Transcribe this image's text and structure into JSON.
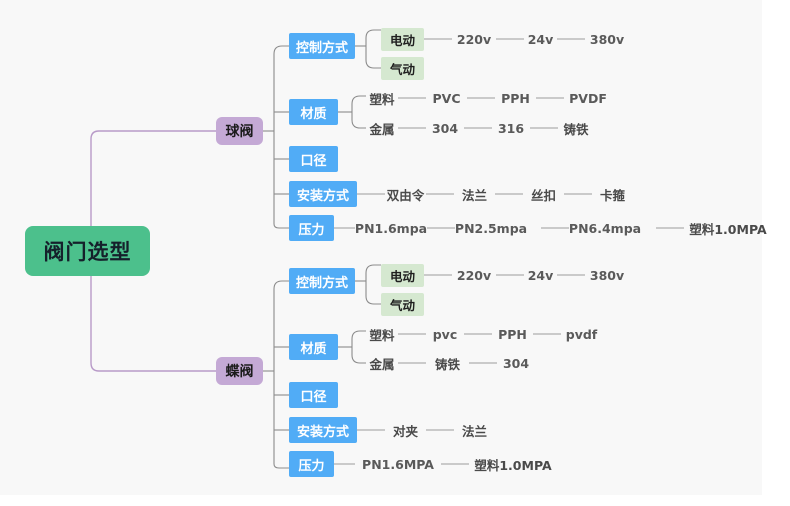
{
  "canvas": {
    "background": "#f8f8f8",
    "page_background": "#ffffff"
  },
  "colors": {
    "root_fill": "#4cc08c",
    "level1_fill": "#c4a9d5",
    "level2_fill": "#51acf6",
    "level3_fill": "#d5e8d0",
    "leaf_text": "#5a5a5a",
    "root_link": "#b89ac8",
    "link": "#8c8c8c",
    "leaf_link": "#9b9b9b"
  },
  "mindmap": {
    "root": {
      "label": "阀门选型"
    },
    "branches": [
      {
        "id": "ball-valve",
        "label": "球阀",
        "children": [
          {
            "id": "bv-control",
            "label": "控制方式",
            "children": [
              {
                "id": "bv-electric",
                "label": "电动",
                "leaves": [
                  "220v",
                  "24v",
                  "380v"
                ]
              },
              {
                "id": "bv-pneumatic",
                "label": "气动",
                "leaves": []
              }
            ]
          },
          {
            "id": "bv-material",
            "label": "材质",
            "children": [
              {
                "id": "bv-plastic",
                "label": "塑料",
                "leaves": [
                  "PVC",
                  "PPH",
                  "PVDF"
                ]
              },
              {
                "id": "bv-metal",
                "label": "金属",
                "leaves": [
                  "304",
                  "316",
                  "铸铁"
                ]
              }
            ]
          },
          {
            "id": "bv-caliber",
            "label": "口径",
            "children": []
          },
          {
            "id": "bv-install",
            "label": "安装方式",
            "leaves": [
              "双由令",
              "法兰",
              "丝扣",
              "卡箍"
            ]
          },
          {
            "id": "bv-pressure",
            "label": "压力",
            "leaves": [
              "PN1.6mpa",
              "PN2.5mpa",
              "PN6.4mpa",
              "塑料1.0MPA"
            ]
          }
        ]
      },
      {
        "id": "butterfly-valve",
        "label": "蝶阀",
        "children": [
          {
            "id": "fv-control",
            "label": "控制方式",
            "children": [
              {
                "id": "fv-electric",
                "label": "电动",
                "leaves": [
                  "220v",
                  "24v",
                  "380v"
                ]
              },
              {
                "id": "fv-pneumatic",
                "label": "气动",
                "leaves": []
              }
            ]
          },
          {
            "id": "fv-material",
            "label": "材质",
            "children": [
              {
                "id": "fv-plastic",
                "label": "塑料",
                "leaves": [
                  "pvc",
                  "PPH",
                  "pvdf"
                ]
              },
              {
                "id": "fv-metal",
                "label": "金属",
                "leaves": [
                  "铸铁",
                  "304"
                ]
              }
            ]
          },
          {
            "id": "fv-caliber",
            "label": "口径",
            "children": []
          },
          {
            "id": "fv-install",
            "label": "安装方式",
            "leaves": [
              "对夹",
              "法兰"
            ]
          },
          {
            "id": "fv-pressure",
            "label": "压力",
            "leaves": [
              "PN1.6MPA",
              "塑料1.0MPA"
            ]
          }
        ]
      }
    ]
  }
}
